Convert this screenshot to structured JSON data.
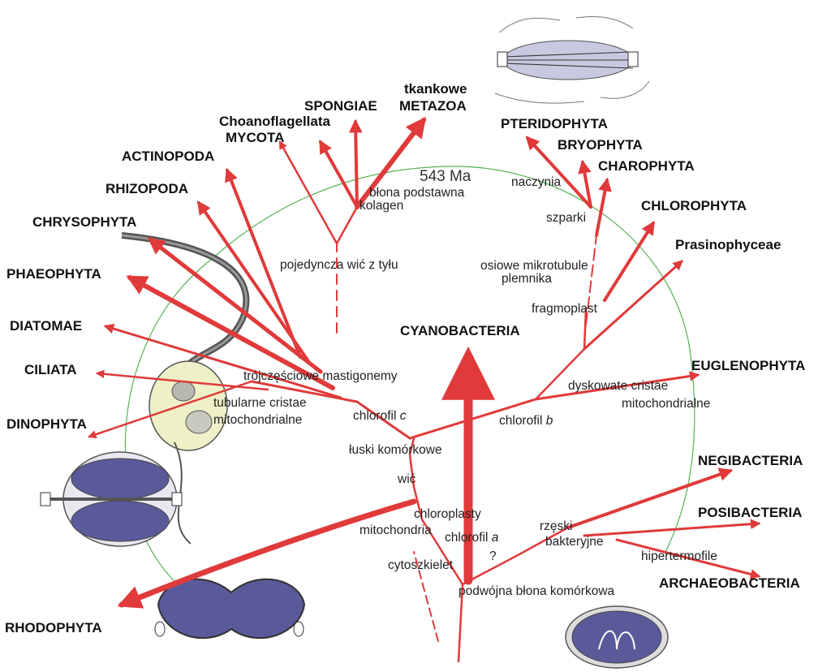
{
  "colors": {
    "branch": "#e03a3a",
    "timeline": "#58b358",
    "cell_fill": "#5a5a9a",
    "cell_outline": "#555555"
  },
  "time_marker": "543 Ma",
  "groups": {
    "tkankowe": "tkankowe",
    "metazoa": "METAZOA",
    "spongiae": "SPONGIAE",
    "choanoflagellata": "Choanoflagellata",
    "mycota": "MYCOTA",
    "actinopoda": "ACTINOPODA",
    "rhizopoda": "RHIZOPODA",
    "chrysophyta": "CHRYSOPHYTA",
    "phaeophyta": "PHAEOPHYTA",
    "diatomae": "DIATOMAE",
    "ciliata": "CILIATA",
    "dinophyta": "DINOPHYTA",
    "rhodophyta": "RHODOPHYTA",
    "cyanobacteria": "CYANOBACTERIA",
    "pteridophyta": "PTERIDOPHYTA",
    "bryophyta": "BRYOPHYTA",
    "charophyta": "CHAROPHYTA",
    "chlorophyta": "CHLOROPHYTA",
    "prasinophyceae": "Prasinophyceae",
    "euglenophyta": "EUGLENOPHYTA",
    "negibacteria": "NEGIBACTERIA",
    "posibacteria": "POSIBACTERIA",
    "archaeobacteria": "ARCHAEOBACTERIA"
  },
  "traits": {
    "blona_podstawna": "błona podstawna",
    "kolagen": "kolagen",
    "pojedyncza_wic": "pojedyncza wić z tyłu",
    "naczynia": "naczynia",
    "szparki": "szparki",
    "osiowe_mikrotubule_1": "osiowe mikrotubule",
    "osiowe_mikrotubule_2": "plemnika",
    "fragmoplast": "fragmoplast",
    "trojczesciowe": "trójczęściowe mastigonemy",
    "tubularne_1": "tubularne cristae",
    "tubularne_2": "mitochondrialne",
    "chlorofil_c_prefix": "chlorofil ",
    "chlorofil_c_letter": "c",
    "chlorofil_b_prefix": "chlorofil ",
    "chlorofil_b_letter": "b",
    "dyskowate_1": "dyskowate cristae",
    "dyskowate_2": "mitochondrialne",
    "luski": "łuski komórkowe",
    "wic": "wić",
    "chloroplasty": "chloroplasty",
    "mitochondria": "mitochondria",
    "chlorofil_a_prefix": "chlorofil ",
    "chlorofil_a_letter": "a",
    "rzeski_1": "rzęski",
    "rzeski_2": "bakteryjne",
    "question": "?",
    "cytoszkielet": "cytoszkielet",
    "hipertermofile": "hipertermofile",
    "podwojna_blona": "podwójna błona komórkowa"
  }
}
